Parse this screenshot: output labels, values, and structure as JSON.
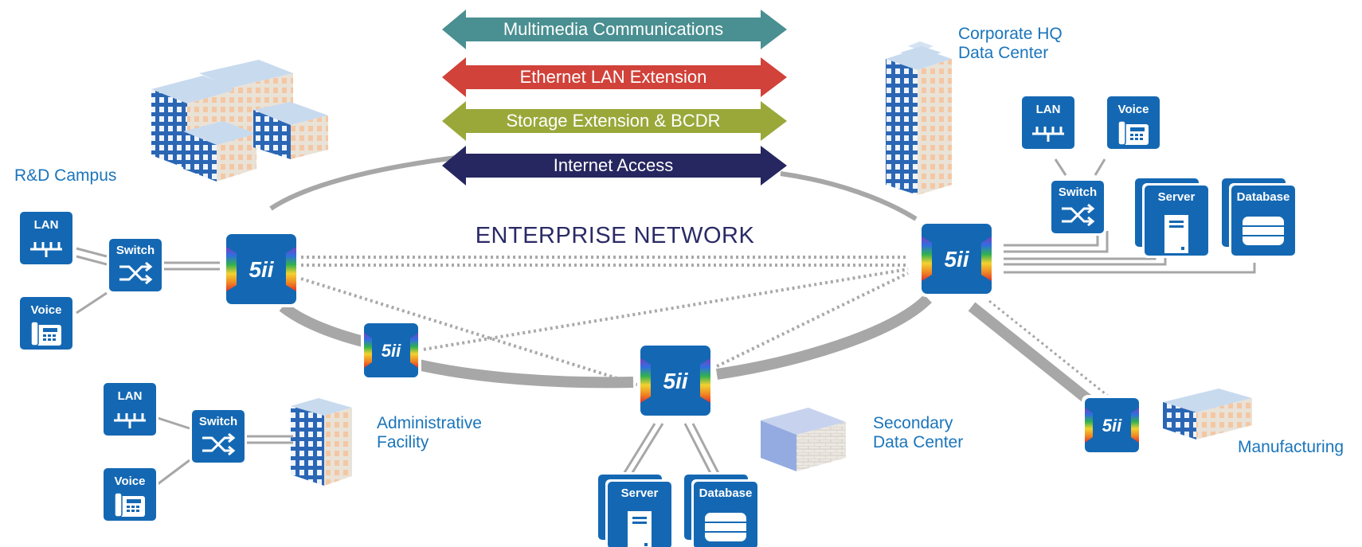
{
  "title": "ENTERPRISE NETWORK",
  "services": [
    {
      "label": "Multimedia Communications",
      "color": "#4a8f91"
    },
    {
      "label": "Ethernet LAN Extension",
      "color": "#d1423a"
    },
    {
      "label": "Storage Extension & BCDR",
      "color": "#9aa83a"
    },
    {
      "label": "Internet Access",
      "color": "#262660"
    }
  ],
  "sites": {
    "rd_campus": "R&D Campus",
    "corporate_hq_line1": "Corporate HQ",
    "corporate_hq_line2": "Data Center",
    "administrative_line1": "Administrative",
    "administrative_line2": "Facility",
    "secondary_line1": "Secondary",
    "secondary_line2": "Data Center",
    "manufacturing": "Manufacturing"
  },
  "node_labels": {
    "lan": "LAN",
    "voice": "Voice",
    "switch": "Switch",
    "server": "Server",
    "database": "Database"
  },
  "logo_text": "5ii",
  "colors": {
    "brand_blue": "#1468b3",
    "label_blue": "#1b75bb",
    "ring_gray": "#a7a7a7",
    "title_navy": "#2a2a66"
  }
}
